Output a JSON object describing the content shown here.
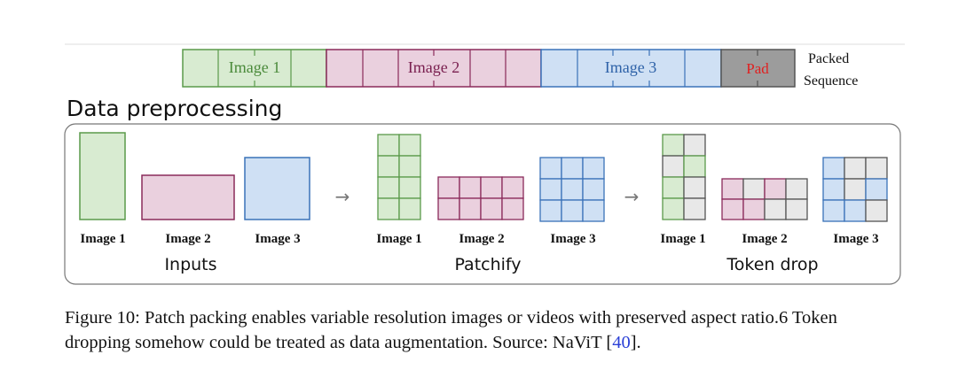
{
  "packed": {
    "labels": [
      "Image 1",
      "Image 2",
      "Image 3"
    ],
    "pad": "Pad",
    "side_label": [
      "Packed",
      "Sequence"
    ]
  },
  "section_title": "Data preprocessing",
  "image_labels": [
    "Image 1",
    "Image 2",
    "Image 3"
  ],
  "stage_labels": [
    "Inputs",
    "Patchify",
    "Token drop"
  ],
  "arrow": "→",
  "colors": {
    "green_fill": "#d8ebd1",
    "green_stroke": "#5a9a4a",
    "pink_fill": "#ead0de",
    "pink_stroke": "#8a2a5a",
    "blue_fill": "#cfe0f4",
    "blue_stroke": "#3a72b8",
    "gray_fill": "#e8e8e8",
    "gray_stroke": "#555555",
    "pad_fill": "#9c9c9c",
    "pad_text": "#e02020",
    "link": "#2a3fd6"
  },
  "caption": {
    "line1": "Figure 10: Patch packing enables variable resolution images or videos with preserved aspect ratio.6 Token",
    "line2_pre": "dropping somehow could be treated as data augmentation. Source: NaViT [",
    "ref": "40",
    "line2_post": "]."
  }
}
